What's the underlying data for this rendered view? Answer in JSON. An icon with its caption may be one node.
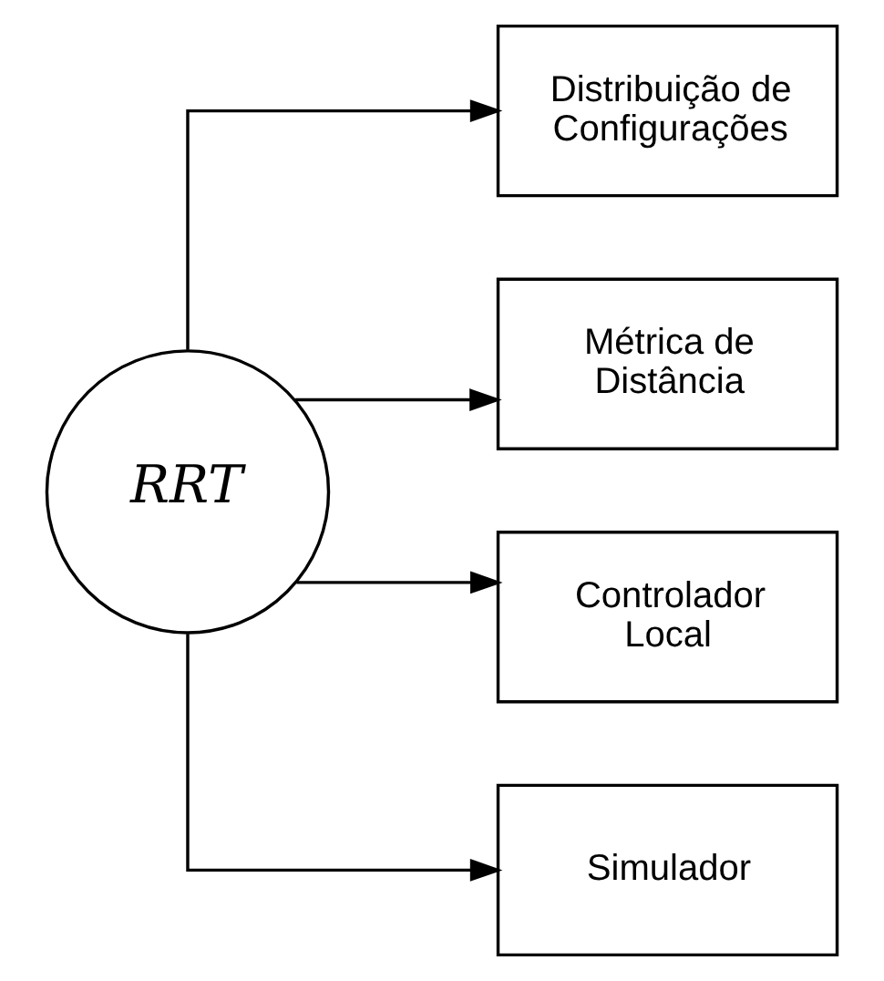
{
  "diagram": {
    "nodes": [
      {
        "text": [
          "RRT"
        ]
      },
      {
        "text": [
          "Distribuição de Configurações"
        ]
      },
      {
        "text": [
          "Métrica de Distância"
        ]
      },
      {
        "text": [
          "Controlador Local"
        ]
      },
      {
        "text": [
          "Simulador"
        ]
      }
    ],
    "edges": [
      {
        "from": 0,
        "to": 1,
        "arrow": "to"
      },
      {
        "from": 0,
        "to": 2,
        "arrow": "to"
      },
      {
        "from": 0,
        "to": 3,
        "arrow": "to"
      },
      {
        "from": 0,
        "to": 4,
        "arrow": "to"
      }
    ]
  }
}
